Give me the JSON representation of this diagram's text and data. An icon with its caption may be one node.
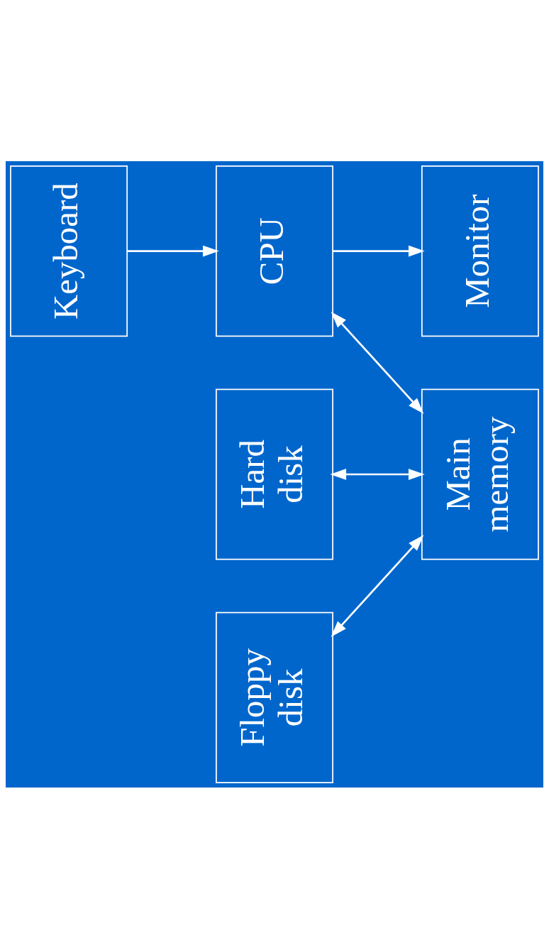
{
  "diagram": {
    "nodes": [
      {
        "text": [
          "Floppy disk"
        ]
      },
      {
        "text": [
          "Hard disk"
        ]
      },
      {
        "text": [
          "CPU"
        ]
      },
      {
        "text": [
          "Main memory"
        ]
      },
      {
        "text": [
          "Monitor"
        ]
      },
      {
        "text": [
          "Keyboard"
        ]
      }
    ],
    "edges": [
      {
        "from": 0,
        "to": 3,
        "arrow": "both"
      },
      {
        "from": 1,
        "to": 3,
        "arrow": "both"
      },
      {
        "from": 2,
        "to": 3,
        "arrow": "both"
      },
      {
        "from": 2,
        "to": 4,
        "arrow": "to"
      },
      {
        "from": 5,
        "to": 2,
        "arrow": "to"
      }
    ]
  }
}
